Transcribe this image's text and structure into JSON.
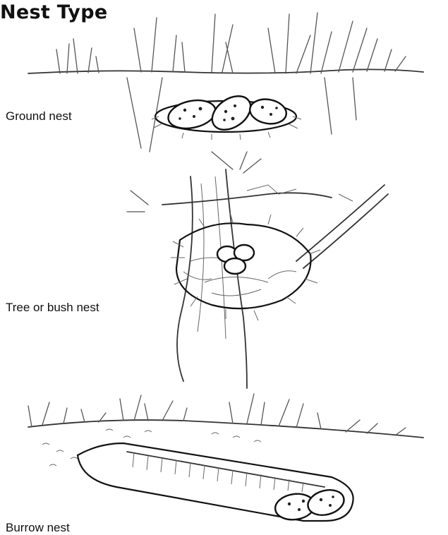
{
  "title": "Nest Type",
  "nests": [
    {
      "label": "Ground nest"
    },
    {
      "label": "Tree or bush nest"
    },
    {
      "label": "Burrow nest"
    }
  ]
}
